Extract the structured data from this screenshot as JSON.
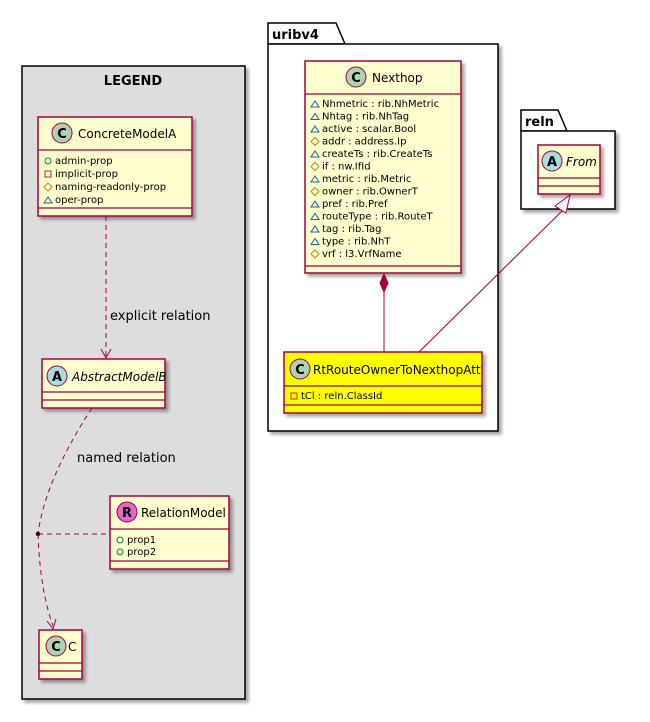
{
  "legend": {
    "title": "LEGEND",
    "concrete": {
      "stereo_letter": "C",
      "name": "ConcreteModelA",
      "attributes": [
        {
          "vis": "+",
          "text": "admin-prop"
        },
        {
          "vis": "-",
          "text": "implicit-prop"
        },
        {
          "vis": "#",
          "text": "naming-readonly-prop"
        },
        {
          "vis": "~",
          "text": "oper-prop"
        }
      ]
    },
    "abstract": {
      "stereo_letter": "A",
      "name": "AbstractModelB"
    },
    "relation_model": {
      "stereo_letter": "R",
      "name": "RelationModel",
      "attributes": [
        {
          "vis": "+",
          "text": "prop1"
        },
        {
          "vis": "+",
          "text": "prop2"
        }
      ]
    },
    "c_class": {
      "stereo_letter": "C",
      "name": "C"
    },
    "explicit_relation_label": "explicit relation",
    "named_relation_label": "named relation"
  },
  "uribv4": {
    "title": "uribv4",
    "nexthop": {
      "stereo_letter": "C",
      "name": "Nexthop",
      "attributes": [
        {
          "vis": "~",
          "text": "Nhmetric : rib.NhMetric"
        },
        {
          "vis": "~",
          "text": "Nhtag : rib.NhTag"
        },
        {
          "vis": "~",
          "text": "active : scalar.Bool"
        },
        {
          "vis": "#",
          "text": "addr : address.Ip"
        },
        {
          "vis": "~",
          "text": "createTs : rib.CreateTs"
        },
        {
          "vis": "#",
          "text": "if : nw.IfId"
        },
        {
          "vis": "~",
          "text": "metric : rib.Metric"
        },
        {
          "vis": "#",
          "text": "owner : rib.OwnerT"
        },
        {
          "vis": "~",
          "text": "pref : rib.Pref"
        },
        {
          "vis": "~",
          "text": "routeType : rib.RouteT"
        },
        {
          "vis": "~",
          "text": "tag : rib.Tag"
        },
        {
          "vis": "~",
          "text": "type : rib.NhT"
        },
        {
          "vis": "#",
          "text": "vrf : l3.VrfName"
        }
      ]
    },
    "rt_route": {
      "stereo_letter": "C",
      "name": "RtRouteOwnerToNexthopAtt",
      "attributes": [
        {
          "vis": "-",
          "text": "tCl : reln.ClassId"
        }
      ]
    }
  },
  "reln": {
    "title": "reln",
    "from": {
      "stereo_letter": "A",
      "name": "From"
    }
  },
  "colors": {
    "class_fill": "#fefece",
    "class_border": "#a80036",
    "highlight_fill": "#ffff00",
    "legend_bg": "#dddddd",
    "stereo_c": "#add1b2",
    "stereo_a": "#a9dcdf",
    "stereo_r": "#e066cc"
  }
}
